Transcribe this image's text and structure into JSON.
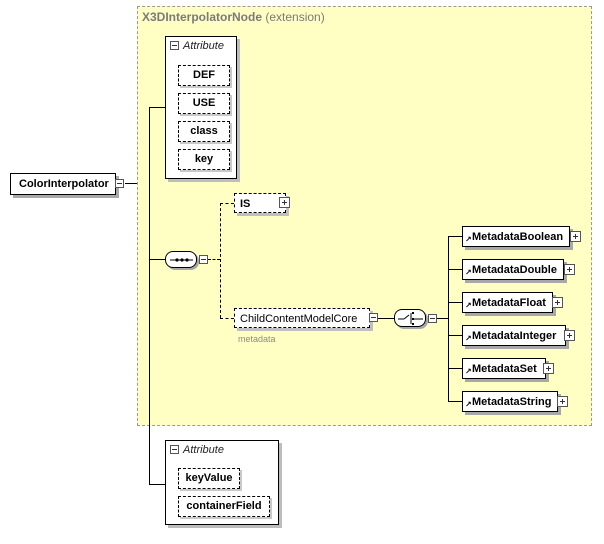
{
  "root": {
    "name": "ColorInterpolator"
  },
  "extension": {
    "base": "X3DInterpolatorNode",
    "suffix": "(extension)"
  },
  "attribute_group_top": {
    "heading": "Attribute",
    "items": [
      "DEF",
      "USE",
      "class",
      "key"
    ]
  },
  "attribute_group_bottom": {
    "heading": "Attribute",
    "items": [
      "keyValue",
      "containerField"
    ]
  },
  "sequence": {
    "is_element": "IS",
    "group_ref": "ChildContentModelCore",
    "group_sublabel": "metadata",
    "choice_elements": [
      "MetadataBoolean",
      "MetadataDouble",
      "MetadataFloat",
      "MetadataInteger",
      "MetadataSet",
      "MetadataString"
    ]
  },
  "colors": {
    "extension_bg": "#ffffc4",
    "shadow": "#a8a8a8",
    "border": "#000000"
  }
}
